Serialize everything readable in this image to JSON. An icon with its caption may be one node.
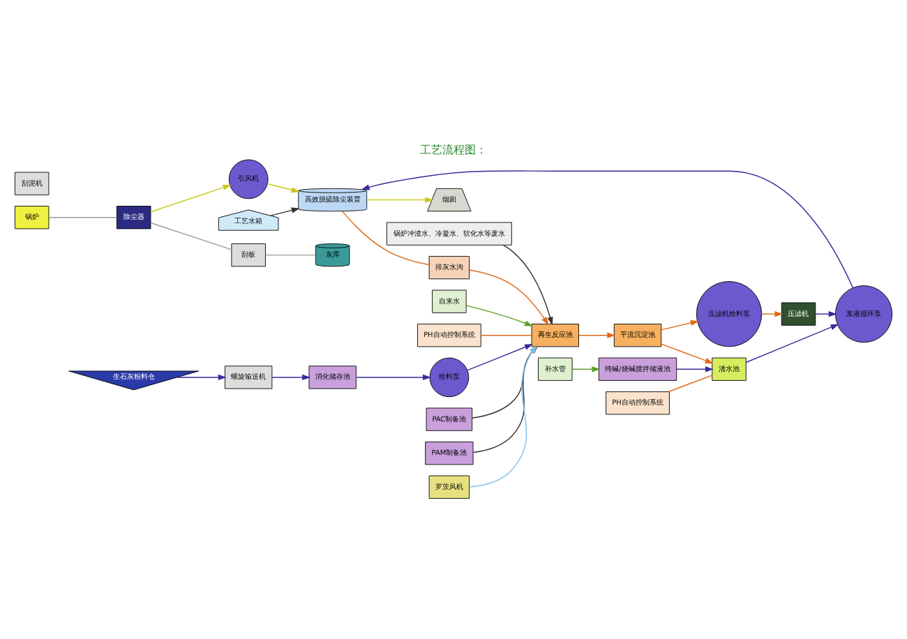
{
  "diagram": {
    "title": "工艺流程图：",
    "nodes": [
      {
        "text": [
          "锅炉"
        ]
      },
      {
        "text": [
          "除尘器"
        ]
      },
      {
        "text": [
          "引风机"
        ]
      },
      {
        "text": [
          "高效脱硫除尘装置"
        ]
      },
      {
        "text": [
          "烟囱"
        ]
      },
      {
        "text": [
          "刮板"
        ]
      },
      {
        "text": [
          "灰库"
        ]
      },
      {
        "text": [
          "排灰水沟"
        ]
      },
      {
        "text": [
          "工艺水箱"
        ]
      },
      {
        "text": [
          "PH自动控制系统"
        ]
      },
      {
        "text": [
          "生石灰粉料仓"
        ]
      },
      {
        "text": [
          "螺旋输送机"
        ]
      },
      {
        "text": [
          "消化储存池"
        ]
      },
      {
        "text": [
          "给料泵"
        ]
      },
      {
        "text": [
          "纯碱/烧碱搅拌储液池"
        ]
      },
      {
        "text": [
          "补水管"
        ]
      },
      {
        "text": [
          "PH自动控制系统"
        ]
      },
      {
        "text": [
          "PAC制备池"
        ]
      },
      {
        "text": [
          "PAM制备池"
        ]
      },
      {
        "text": [
          "清水池"
        ]
      },
      {
        "text": [
          "平流沉淀池"
        ]
      },
      {
        "text": [
          "刮泥机"
        ]
      },
      {
        "text": [
          "再生反应池"
        ]
      },
      {
        "text": [
          "罗茨风机"
        ]
      },
      {
        "text": [
          "浆液循环泵"
        ]
      },
      {
        "text": [
          "压滤机"
        ]
      },
      {
        "text": [
          "压滤机给料泵"
        ]
      },
      {
        "text": [
          "锅炉冲渣水、冷凝水、软化水等废水"
        ]
      },
      {
        "text": [
          "自来水"
        ]
      }
    ],
    "edges": [
      {
        "from": 0,
        "to": 1,
        "arrow": "none",
        "color": "#9a9a9a"
      },
      {
        "from": 1,
        "to": 2,
        "arrow": "to",
        "color": "#c8c820"
      },
      {
        "from": 2,
        "to": 3,
        "arrow": "to",
        "color": "#c8c820"
      },
      {
        "from": 3,
        "to": 4,
        "arrow": "to",
        "color": "#c8c820"
      },
      {
        "from": 1,
        "to": 5,
        "arrow": "none",
        "color": "#9a9a9a"
      },
      {
        "from": 5,
        "to": 6,
        "arrow": "none",
        "color": "#9a9a9a"
      },
      {
        "from": 3,
        "to": 7,
        "arrow": "none",
        "color": "#e06a1a"
      },
      {
        "from": 7,
        "to": 22,
        "arrow": "to",
        "color": "#e06a1a"
      },
      {
        "from": 8,
        "to": 3,
        "arrow": "to",
        "color": "#333333"
      },
      {
        "from": 10,
        "to": 11,
        "arrow": "to",
        "color": "#3a2a9a"
      },
      {
        "from": 11,
        "to": 12,
        "arrow": "to",
        "color": "#3a2a9a"
      },
      {
        "from": 12,
        "to": 13,
        "arrow": "to",
        "color": "#3a2a9a"
      },
      {
        "from": 13,
        "to": 22,
        "arrow": "to",
        "color": "#3a2a9a"
      },
      {
        "from": 15,
        "to": 14,
        "arrow": "to",
        "color": "#5aa02a"
      },
      {
        "from": 14,
        "to": 19,
        "arrow": "to",
        "color": "#3a2a9a"
      },
      {
        "from": 16,
        "to": 19,
        "arrow": "none",
        "color": "#e06a1a"
      },
      {
        "from": 9,
        "to": 22,
        "arrow": "none",
        "color": "#e06a1a"
      },
      {
        "from": 17,
        "to": 22,
        "arrow": "to",
        "color": "#333333"
      },
      {
        "from": 18,
        "to": 22,
        "arrow": "to",
        "color": "#333333"
      },
      {
        "from": 22,
        "to": 20,
        "arrow": "to",
        "color": "#e06a1a"
      },
      {
        "from": 20,
        "to": 19,
        "arrow": "to",
        "color": "#e06a1a"
      },
      {
        "from": 19,
        "to": 24,
        "arrow": "to",
        "color": "#3a2a9a"
      },
      {
        "from": 24,
        "to": 3,
        "arrow": "to",
        "color": "#3a2a9a"
      },
      {
        "from": 20,
        "to": 26,
        "arrow": "to",
        "color": "#e06a1a"
      },
      {
        "from": 26,
        "to": 25,
        "arrow": "to",
        "color": "#e06a1a"
      },
      {
        "from": 25,
        "to": 24,
        "arrow": "to",
        "color": "#3a2a9a"
      },
      {
        "from": 23,
        "to": 22,
        "arrow": "to",
        "color": "#7ec0ee"
      },
      {
        "from": 27,
        "to": 22,
        "arrow": "to",
        "color": "#333333"
      },
      {
        "from": 28,
        "to": 22,
        "arrow": "to",
        "color": "#5aa02a"
      }
    ]
  }
}
